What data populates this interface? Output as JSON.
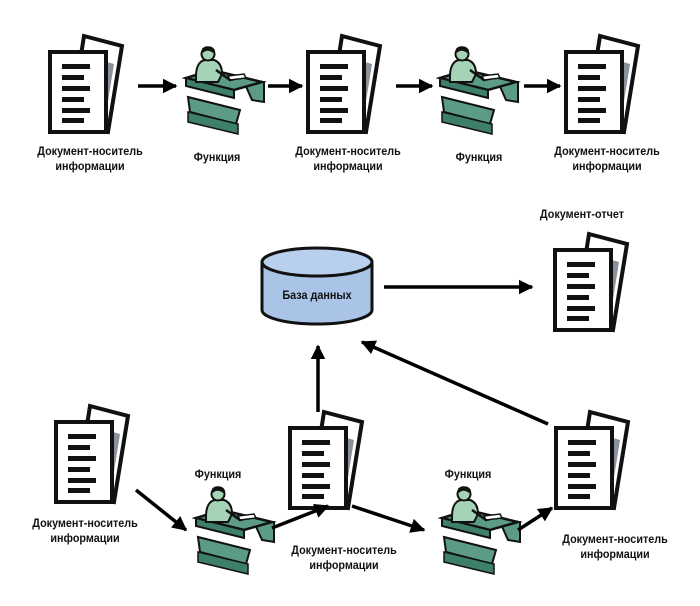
{
  "labels": {
    "doc_line1": "Документ-носитель",
    "doc_line2": "информации",
    "function": "Функция",
    "database": "База данных",
    "report": "Документ-отчет"
  },
  "colors": {
    "ink": "#111111",
    "page_fill": "#ffffff",
    "page_stripe": "#8a9199",
    "desk_green": "#5c9c86",
    "person_green": "#a5d3b5",
    "db_fill": "#a9c4e6",
    "arrow": "#000000"
  },
  "icons": {
    "document": "document-stack-icon",
    "function": "clerk-at-desk-icon",
    "database": "database-cylinder-icon"
  }
}
